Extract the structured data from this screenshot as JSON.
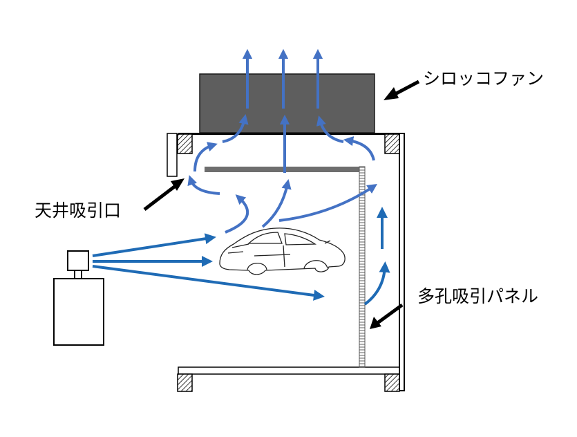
{
  "labels": {
    "fan": "シロッコファン",
    "ceiling_intake": "天井吸引口",
    "porous_panel": "多孔吸引パネル"
  },
  "colors": {
    "airflow_light": "#4472C4",
    "airflow_dark": "#1F6BB5",
    "fan_body": "#5E5E5E",
    "ceiling_bar": "#6E6E6E",
    "outline": "#000000"
  },
  "icons": {
    "fan": "sirocco-fan-box",
    "car": "car-outline-icon",
    "sprayer": "spray-gun-icon",
    "pointer": "black-arrow-icon"
  }
}
